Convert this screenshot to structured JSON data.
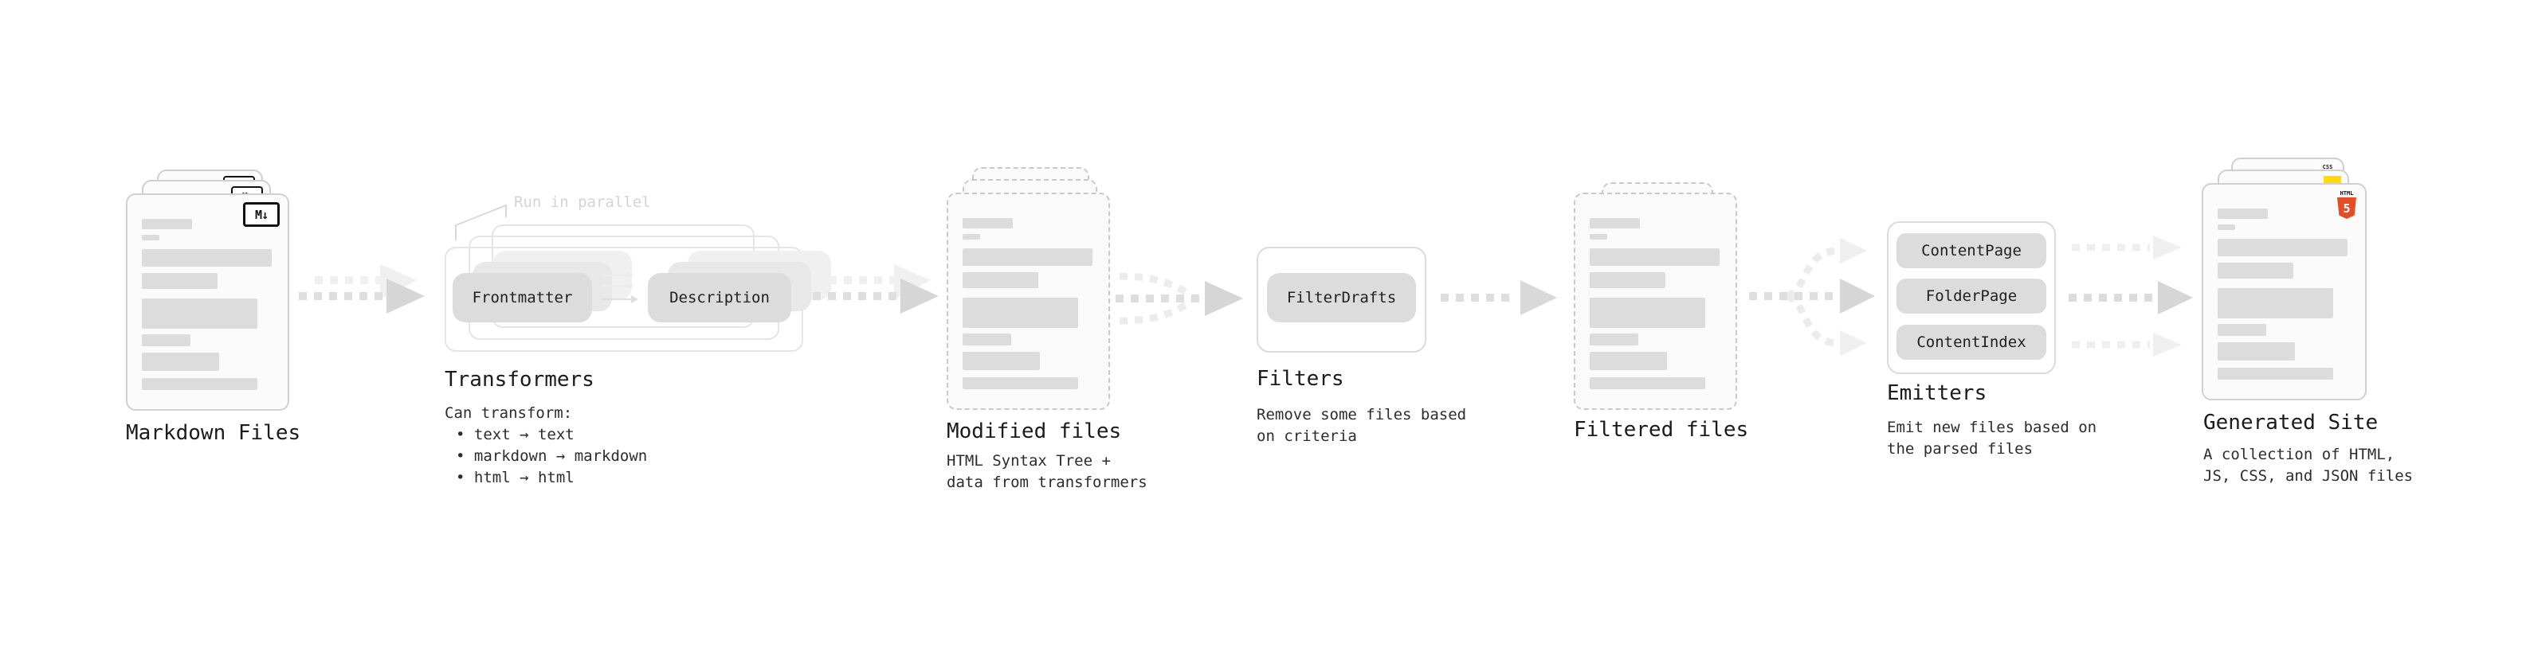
{
  "diagram": {
    "markdown_files": {
      "label": "Markdown Files",
      "badge": "M↓"
    },
    "transformers": {
      "callout": "Run in parallel",
      "pill_frontmatter": "Frontmatter",
      "pill_description": "Description",
      "heading": "Transformers",
      "desc_title": "Can transform:",
      "bullets": [
        "• text → text",
        "• markdown → markdown",
        "• html → html"
      ]
    },
    "modified_files": {
      "heading": "Modified files",
      "desc_line1": "HTML Syntax Tree +",
      "desc_line2": "data from transformers"
    },
    "filters": {
      "pill": "FilterDrafts",
      "heading": "Filters",
      "desc_line1": "Remove some files based",
      "desc_line2": "on criteria"
    },
    "filtered_files": {
      "heading": "Filtered files"
    },
    "emitters": {
      "pills": [
        "ContentPage",
        "FolderPage",
        "ContentIndex"
      ],
      "heading": "Emitters",
      "desc_line1": "Emit new files based on",
      "desc_line2": "the parsed files"
    },
    "generated_site": {
      "heading": "Generated Site",
      "desc_line1": "A collection of HTML,",
      "desc_line2": "JS, CSS, and JSON files",
      "badge_html_label": "HTML",
      "badge_html_number": "5",
      "badge_css_label": "CSS"
    },
    "colors": {
      "html5_orange": "#e44d26",
      "js_yellow": "#ffdd00",
      "css_blue": "#2962ff",
      "arrow_gray": "#d6d6d6",
      "arrow_light": "#efefef"
    }
  }
}
